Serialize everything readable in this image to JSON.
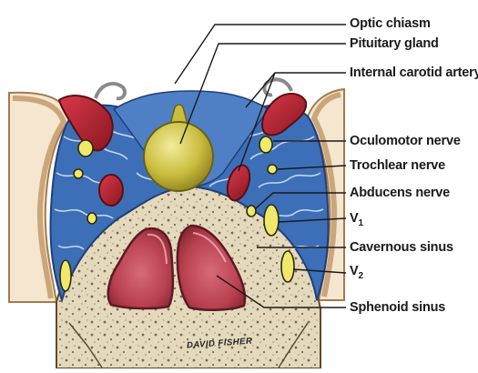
{
  "labels": {
    "optic_chiasm": "Optic chiasm",
    "pituitary_gland": "Pituitary gland",
    "internal_carotid_artery": "Internal carotid artery",
    "oculomotor_nerve": "Oculomotor nerve",
    "trochlear_nerve": "Trochlear nerve",
    "abducens_nerve": "Abducens nerve",
    "v1_main": "V",
    "v1_sub": "1",
    "cavernous_sinus": "Cavernous sinus",
    "v2_main": "V",
    "v2_sub": "2",
    "sphenoid_sinus": "Sphenoid sinus"
  },
  "signature": "DAVID FISHER",
  "colors": {
    "background": "#ffffff",
    "venous_blue": "#3d6fb8",
    "artery_red": "#b0202a",
    "nerve_yellow": "#efe86a",
    "gland_olive": "#c8bd3c",
    "bone_beige": "#e2d6b8",
    "brain_tan": "#c9a57a",
    "sinus_pink": "#c44a5a",
    "label_text": "#1a1a1a"
  }
}
